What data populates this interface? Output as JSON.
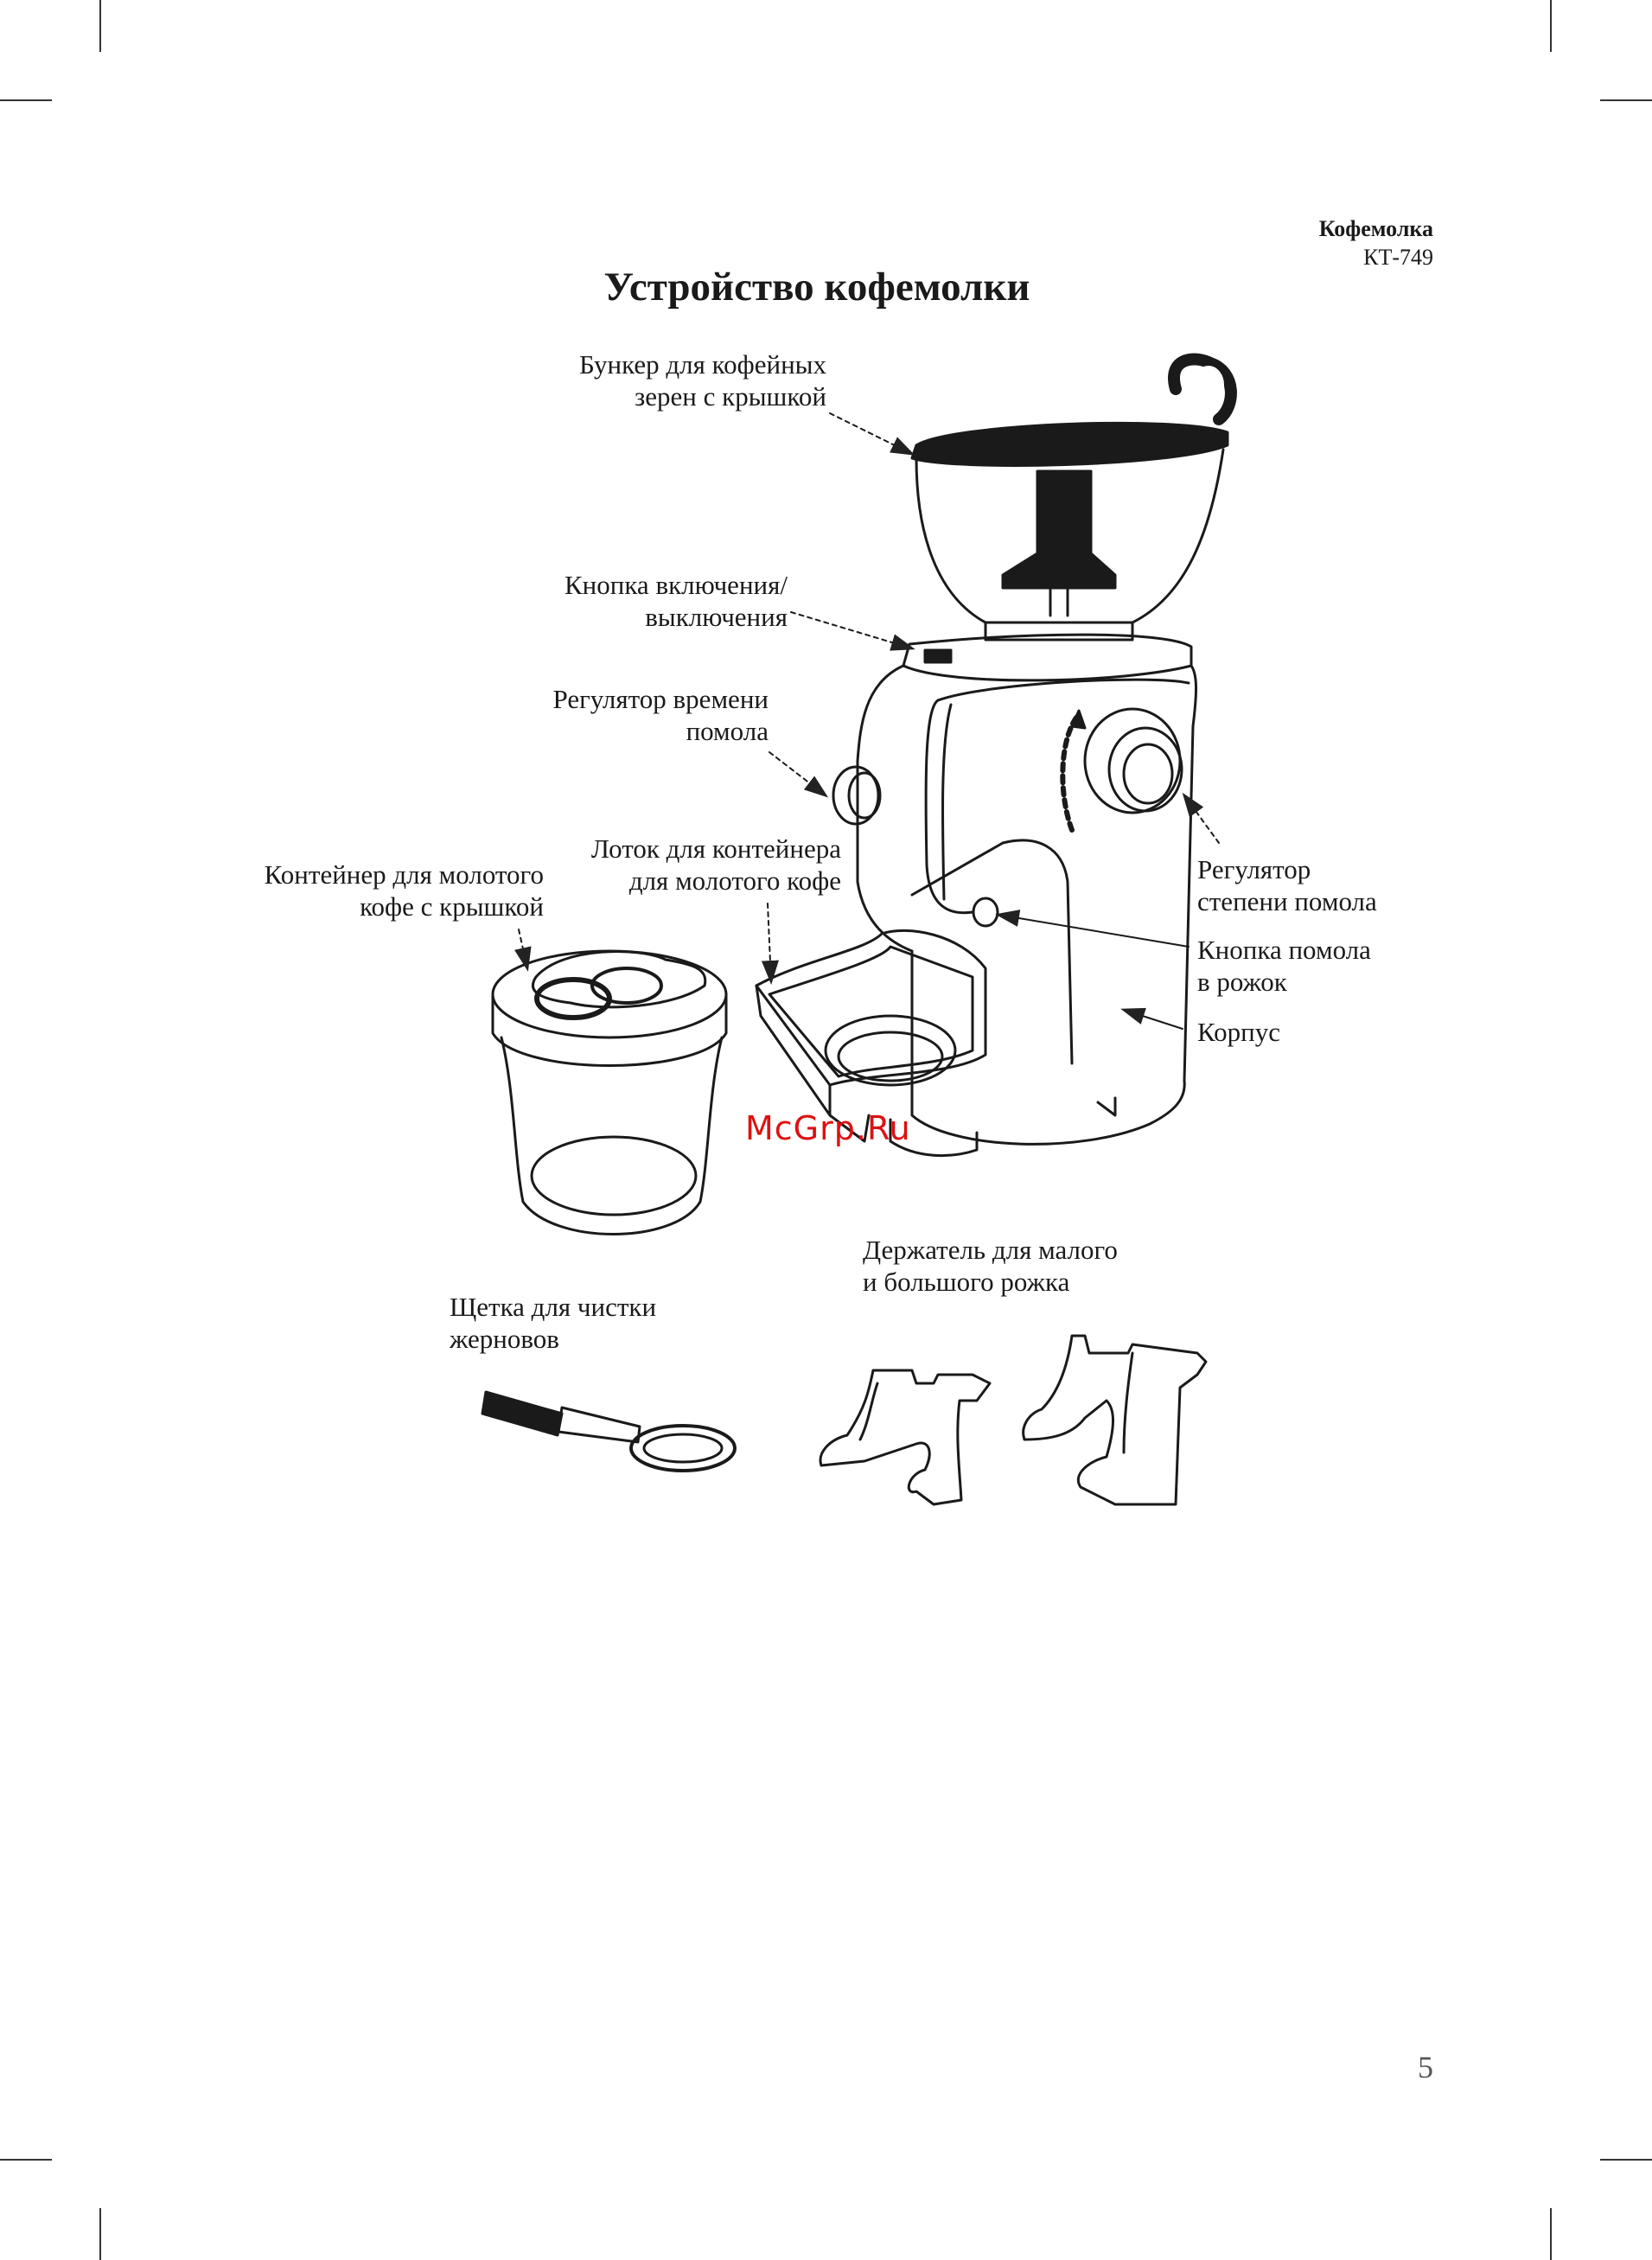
{
  "header": {
    "product": "Кофемолка",
    "model": "КТ-749"
  },
  "title": "Устройство кофемолки",
  "labels": {
    "hopper": [
      "Бункер для кофейных",
      "зерен с крышкой"
    ],
    "power_button": [
      "Кнопка включения/",
      "выключения"
    ],
    "timer": [
      "Регулятор времени",
      "помола"
    ],
    "container": [
      "Контейнер для молотого",
      "кофе с крышкой"
    ],
    "tray": [
      "Лоток для контейнера",
      "для молотого кофе"
    ],
    "grind_regulator": [
      "Регулятор",
      "степени помола"
    ],
    "portafilter_button": [
      "Кнопка помола",
      "в рожок"
    ],
    "body": [
      "Корпус"
    ],
    "holder": [
      "Держатель для малого",
      "и большого рожка"
    ],
    "brush": [
      "Щетка для чистки",
      "жерновов"
    ]
  },
  "watermark": "McGrp.Ru",
  "page_number": "5"
}
